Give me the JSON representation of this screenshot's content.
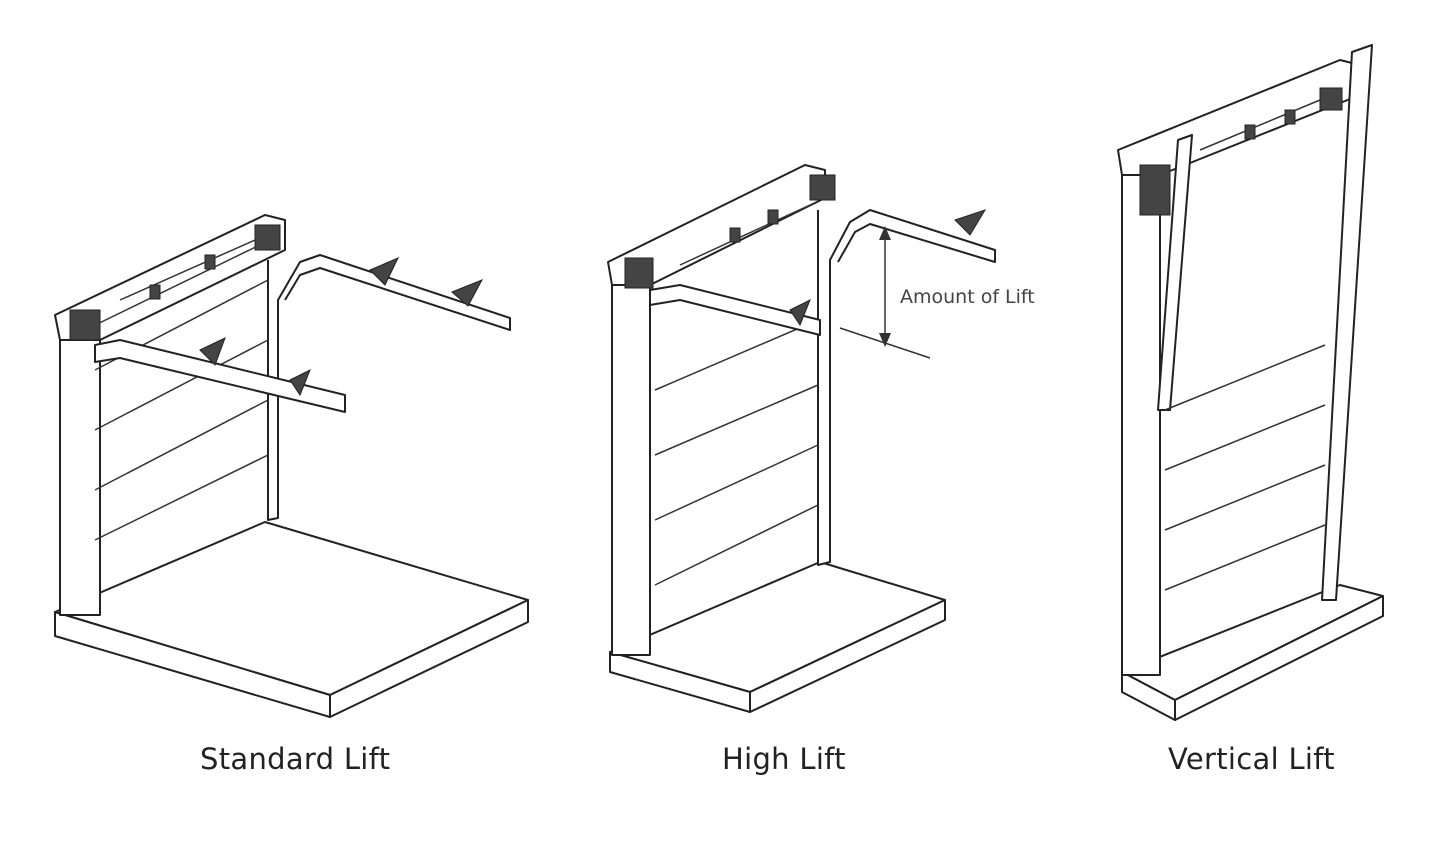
{
  "diagrams": [
    {
      "caption": "Standard Lift"
    },
    {
      "caption": "High Lift",
      "annotation": "Amount of Lift"
    },
    {
      "caption": "Vertical Lift"
    }
  ]
}
